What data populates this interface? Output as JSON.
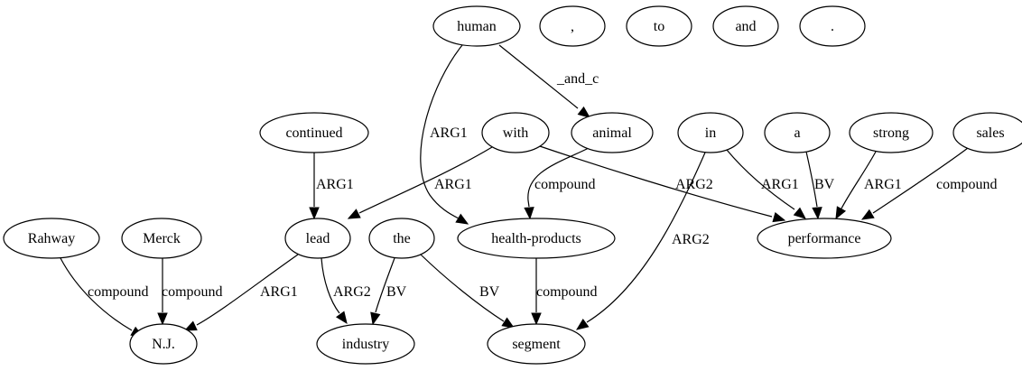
{
  "graph": {
    "nodes": {
      "human": "human",
      "comma": ",",
      "to": "to",
      "and": "and",
      "period": ".",
      "continued": "continued",
      "with": "with",
      "animal": "animal",
      "in": "in",
      "a": "a",
      "strong": "strong",
      "sales": "sales",
      "rahway": "Rahway",
      "merck": "Merck",
      "lead": "lead",
      "the": "the",
      "health_products": "health-products",
      "performance": "performance",
      "nj": "N.J.",
      "industry": "industry",
      "segment": "segment"
    },
    "edges": [
      {
        "from": "human",
        "to": "animal",
        "label": "_and_c"
      },
      {
        "from": "human",
        "to": "health_products",
        "label": "ARG1"
      },
      {
        "from": "continued",
        "to": "lead",
        "label": "ARG1"
      },
      {
        "from": "with",
        "to": "lead",
        "label": "ARG1"
      },
      {
        "from": "with",
        "to": "performance",
        "label": "ARG2"
      },
      {
        "from": "animal",
        "to": "health_products",
        "label": "compound"
      },
      {
        "from": "in",
        "to": "performance",
        "label": "ARG1"
      },
      {
        "from": "in",
        "to": "segment",
        "label": "ARG2"
      },
      {
        "from": "a",
        "to": "performance",
        "label": "BV"
      },
      {
        "from": "strong",
        "to": "performance",
        "label": "ARG1"
      },
      {
        "from": "sales",
        "to": "performance",
        "label": "compound"
      },
      {
        "from": "rahway",
        "to": "nj",
        "label": "compound"
      },
      {
        "from": "merck",
        "to": "nj",
        "label": "compound"
      },
      {
        "from": "lead",
        "to": "nj",
        "label": "ARG1"
      },
      {
        "from": "lead",
        "to": "industry",
        "label": "ARG2"
      },
      {
        "from": "the",
        "to": "industry",
        "label": "BV"
      },
      {
        "from": "the",
        "to": "segment",
        "label": "BV"
      },
      {
        "from": "health_products",
        "to": "segment",
        "label": "compound"
      }
    ]
  }
}
